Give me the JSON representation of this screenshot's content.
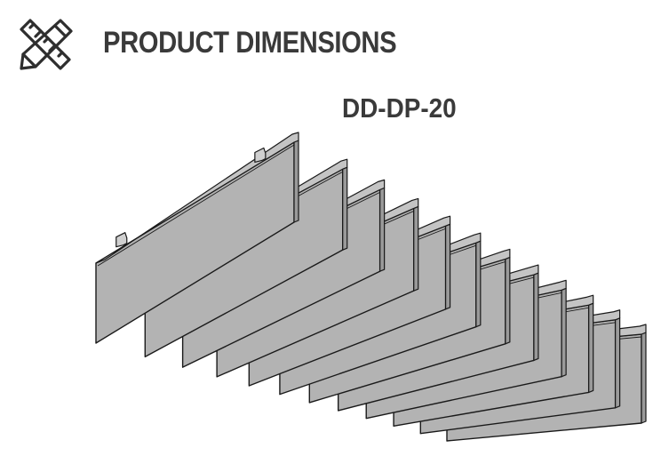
{
  "header": {
    "title": "PRODUCT DIMENSIONS",
    "icon": "ruler-pencil-icon"
  },
  "product": {
    "model": "DD-DP-20"
  },
  "drawing": {
    "panel_count": 12,
    "colors": {
      "panel_face": "#b3b3b3",
      "panel_top": "#9a9a9a",
      "outline": "#1a1a1a",
      "text": "#3a3a3a"
    }
  }
}
